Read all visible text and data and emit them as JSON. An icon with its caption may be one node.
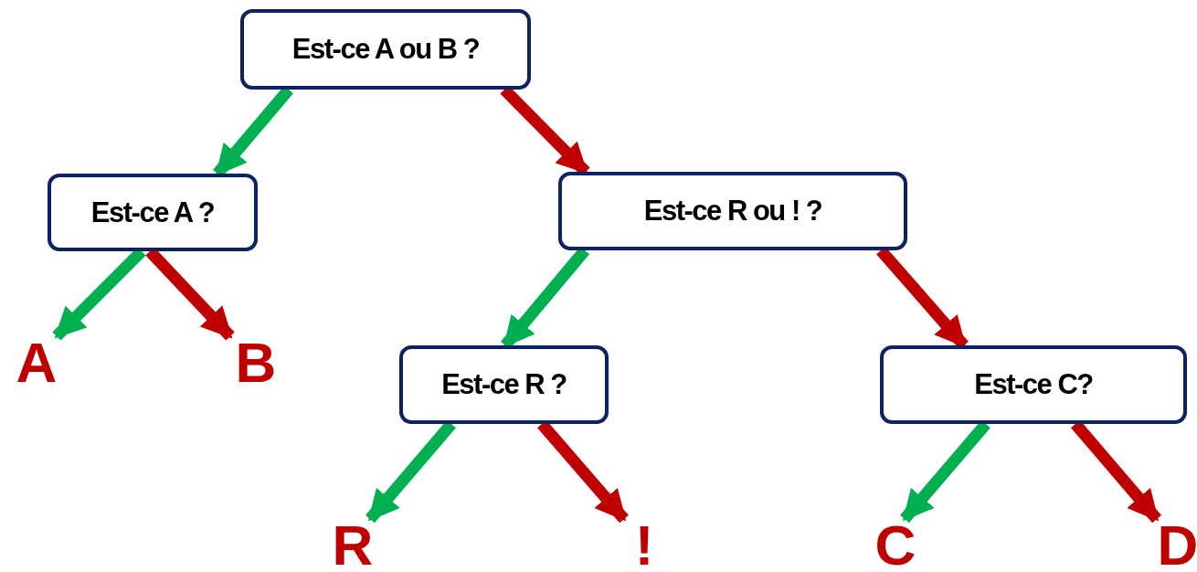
{
  "diagram": {
    "nodes": [
      {
        "text": [
          "Est-ce A ou B ?"
        ]
      },
      {
        "text": [
          "Est-ce A ?"
        ]
      },
      {
        "text": [
          "Est-ce R ou ! ?"
        ]
      },
      {
        "text": [
          "A"
        ]
      },
      {
        "text": [
          "B"
        ]
      },
      {
        "text": [
          "Est-ce R ?"
        ]
      },
      {
        "text": [
          "Est-ce C?"
        ]
      },
      {
        "text": [
          "R"
        ]
      },
      {
        "text": [
          "!"
        ]
      },
      {
        "text": [
          "C"
        ]
      },
      {
        "text": [
          "D"
        ]
      }
    ],
    "edges": [
      {
        "from": 0,
        "to": 1,
        "arrow": "to",
        "color": "#00b050"
      },
      {
        "from": 0,
        "to": 2,
        "arrow": "to",
        "color": "#c00000"
      },
      {
        "from": 1,
        "to": 3,
        "arrow": "to",
        "color": "#00b050"
      },
      {
        "from": 1,
        "to": 4,
        "arrow": "to",
        "color": "#c00000"
      },
      {
        "from": 2,
        "to": 5,
        "arrow": "to",
        "color": "#00b050"
      },
      {
        "from": 2,
        "to": 6,
        "arrow": "to",
        "color": "#c00000"
      },
      {
        "from": 5,
        "to": 7,
        "arrow": "to",
        "color": "#00b050"
      },
      {
        "from": 5,
        "to": 8,
        "arrow": "to",
        "color": "#c00000"
      },
      {
        "from": 6,
        "to": 9,
        "arrow": "to",
        "color": "#00b050"
      },
      {
        "from": 6,
        "to": 10,
        "arrow": "to",
        "color": "#c00000"
      }
    ]
  }
}
